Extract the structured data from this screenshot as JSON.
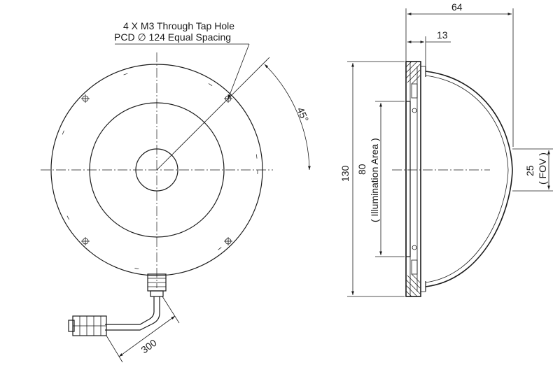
{
  "front_view": {
    "callout_line1": "4 X M3 Through Tap Hole",
    "callout_line2": "PCD ∅ 124 Equal Spacing",
    "angle_label": "45°",
    "cable_length": "300"
  },
  "side_view": {
    "overall_depth": "64",
    "flange_thickness": "13",
    "outer_diameter": "130",
    "illumination_diameter": "80",
    "illumination_label": "( Illumination Area )",
    "fov_diameter": "25",
    "fov_label": "( FOV )"
  }
}
